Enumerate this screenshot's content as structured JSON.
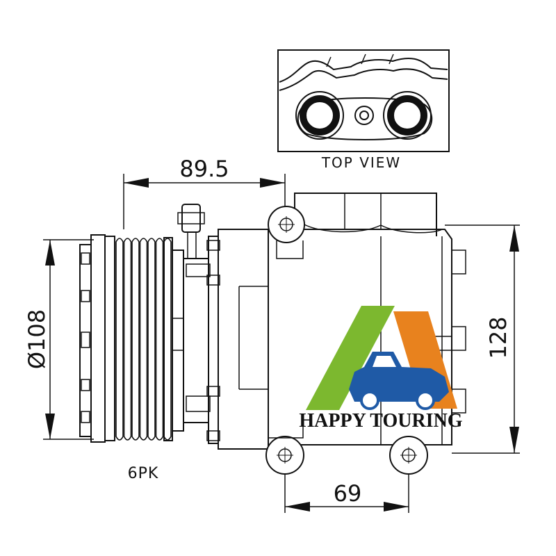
{
  "labels": {
    "top_view": "TOP VIEW",
    "width_top": "89.5",
    "diameter": "Ø108",
    "height": "128",
    "bolt_spacing": "69",
    "pulley": "6PK"
  },
  "watermark": {
    "text": "HAPPY TOURING",
    "green": "#7cb82f",
    "orange": "#e8821e",
    "blue": "#1f5aa6"
  }
}
